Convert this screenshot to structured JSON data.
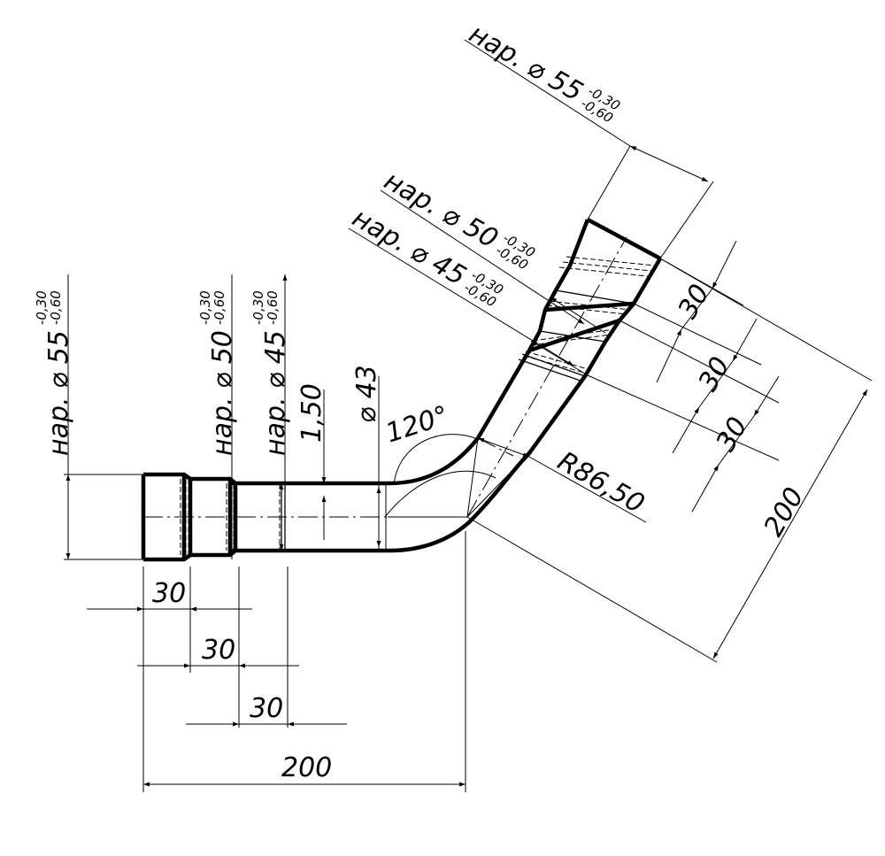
{
  "straight_section": {
    "dia55_label": "нар. ⌀ 55",
    "dia55_tol_upper": "-0,30",
    "dia55_tol_lower": "-0,60",
    "dia50_label": "нар. ⌀ 50",
    "dia50_tol_upper": "-0,30",
    "dia50_tol_lower": "-0,60",
    "dia45_label": "нар. ⌀ 45",
    "dia45_tol_upper": "-0,30",
    "dia45_tol_lower": "-0,60",
    "wall": "1,50",
    "inner_dia": "⌀ 43",
    "len1": "30",
    "len2": "30",
    "len3": "30",
    "total": "200"
  },
  "angled_section": {
    "dia55_label": "нар. ⌀ 55",
    "dia55_tol_upper": "-0,30",
    "dia55_tol_lower": "-0,60",
    "dia50_label": "нар. ⌀ 50",
    "dia50_tol_upper": "-0,30",
    "dia50_tol_lower": "-0,60",
    "dia45_label": "нар. ⌀ 45",
    "dia45_tol_upper": "-0,30",
    "dia45_tol_lower": "-0,60",
    "len1": "30",
    "len2": "30",
    "len3": "30",
    "total": "200"
  },
  "bend": {
    "angle": "120°",
    "radius": "R86,50"
  }
}
